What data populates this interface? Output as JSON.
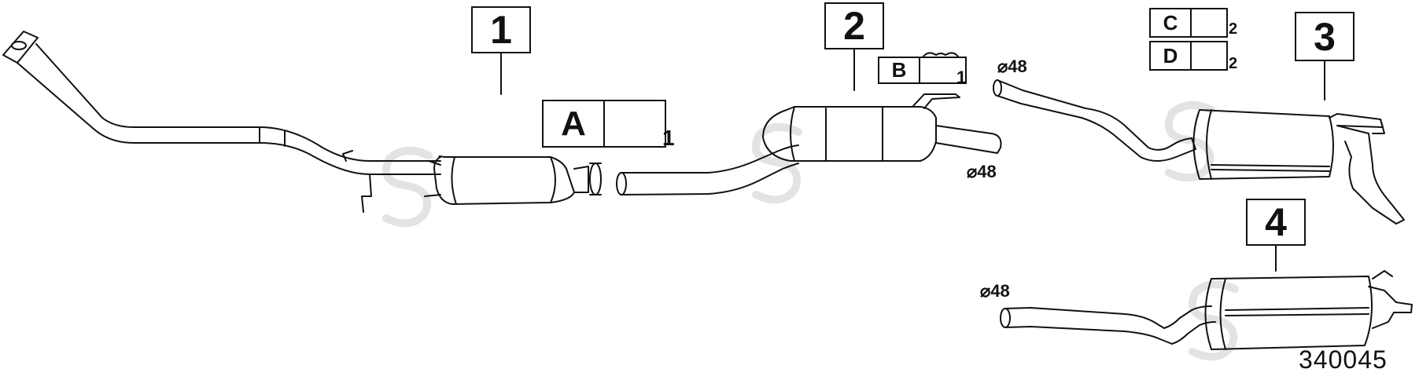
{
  "parts": [
    {
      "number": "1"
    },
    {
      "number": "2"
    },
    {
      "number": "3"
    },
    {
      "number": "4"
    }
  ],
  "accessories": [
    {
      "letter": "A",
      "quantity": "1",
      "icon": "rubber-grommet-icon"
    },
    {
      "letter": "B",
      "quantity": "1",
      "icon": "rubber-hanger-icon"
    },
    {
      "letter": "C",
      "quantity": "2",
      "icon": "mounting-buffer-icon"
    },
    {
      "letter": "D",
      "quantity": "2",
      "icon": "rubber-ring-icon"
    }
  ],
  "dimensions": [
    {
      "label": "⌀48"
    },
    {
      "label": "⌀48"
    },
    {
      "label": "⌀48"
    }
  ],
  "reference_number": "340045",
  "colors": {
    "line": "#111111",
    "watermark": "#e6e6e6",
    "background": "#ffffff"
  }
}
